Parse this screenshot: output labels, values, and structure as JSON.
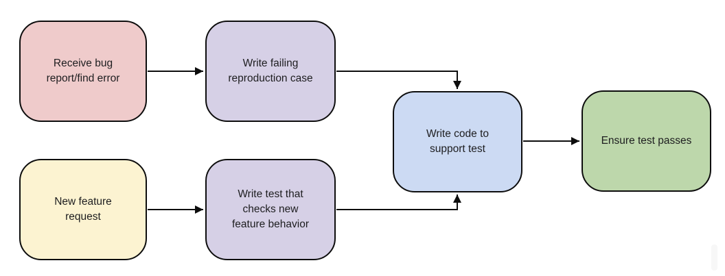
{
  "diagram": {
    "kind": "flowchart",
    "stroke_color": "#0d0d0d",
    "text_color": "#1d1d1f",
    "background": "#ffffff",
    "nodes": [
      {
        "id": "receive-bug-report",
        "label": [
          "Receive bug",
          "report/find error"
        ],
        "fill": "#efcbcb"
      },
      {
        "id": "write-failing-reproduction",
        "label": [
          "Write failing",
          "reproduction case"
        ],
        "fill": "#d6d0e6"
      },
      {
        "id": "new-feature-request",
        "label": [
          "New feature",
          "request"
        ],
        "fill": "#fcf3d1"
      },
      {
        "id": "write-test-checks-feature",
        "label": [
          "Write test that",
          "checks new",
          "feature behavior"
        ],
        "fill": "#d6d0e6"
      },
      {
        "id": "write-code-support-test",
        "label": [
          "Write code to",
          "support test"
        ],
        "fill": "#ccdaf3"
      },
      {
        "id": "ensure-test-passes",
        "label": [
          "Ensure test passes"
        ],
        "fill": "#bdd7ab"
      }
    ],
    "edges": [
      {
        "from": "receive-bug-report",
        "to": "write-failing-reproduction"
      },
      {
        "from": "write-failing-reproduction",
        "to": "write-code-support-test"
      },
      {
        "from": "new-feature-request",
        "to": "write-test-checks-feature"
      },
      {
        "from": "write-test-checks-feature",
        "to": "write-code-support-test"
      },
      {
        "from": "write-code-support-test",
        "to": "ensure-test-passes"
      }
    ]
  }
}
